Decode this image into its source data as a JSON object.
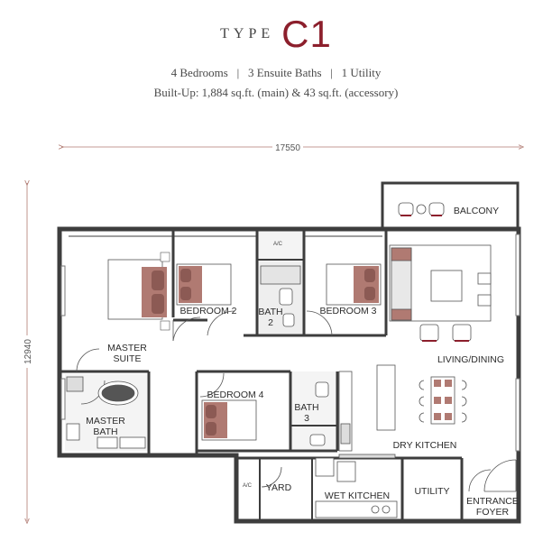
{
  "header": {
    "type_word": "TYPE",
    "type_code": "C1",
    "bedrooms": "4 Bedrooms",
    "ensuite": "3 Ensuite Baths",
    "utility": "1 Utility",
    "separator": "|",
    "built_up": "Built-Up: 1,884 sq.ft. (main) & 43 sq.ft. (accessory)"
  },
  "dimensions": {
    "width": "17550",
    "height": "12940"
  },
  "rooms": {
    "balcony": "BALCONY",
    "master_suite_1": "MASTER",
    "master_suite_2": "SUITE",
    "bedroom2": "BEDROOM 2",
    "bath2_1": "BATH",
    "bath2_2": "2",
    "bedroom3": "BEDROOM 3",
    "living_dining": "LIVING/DINING",
    "bedroom4": "BEDROOM 4",
    "bath3_1": "BATH",
    "bath3_2": "3",
    "master_bath_1": "MASTER",
    "master_bath_2": "BATH",
    "dry_kitchen": "DRY KITCHEN",
    "yard": "YARD",
    "wet_kitchen": "WET KITCHEN",
    "utility": "UTILITY",
    "entrance_1": "ENTRANCE",
    "entrance_2": "FOYER",
    "ac_1": "A/C",
    "ac_2": "A/C"
  },
  "colors": {
    "accent": "#8c1f2c",
    "bed": "#b07a72",
    "wall": "#3d3d3d"
  }
}
